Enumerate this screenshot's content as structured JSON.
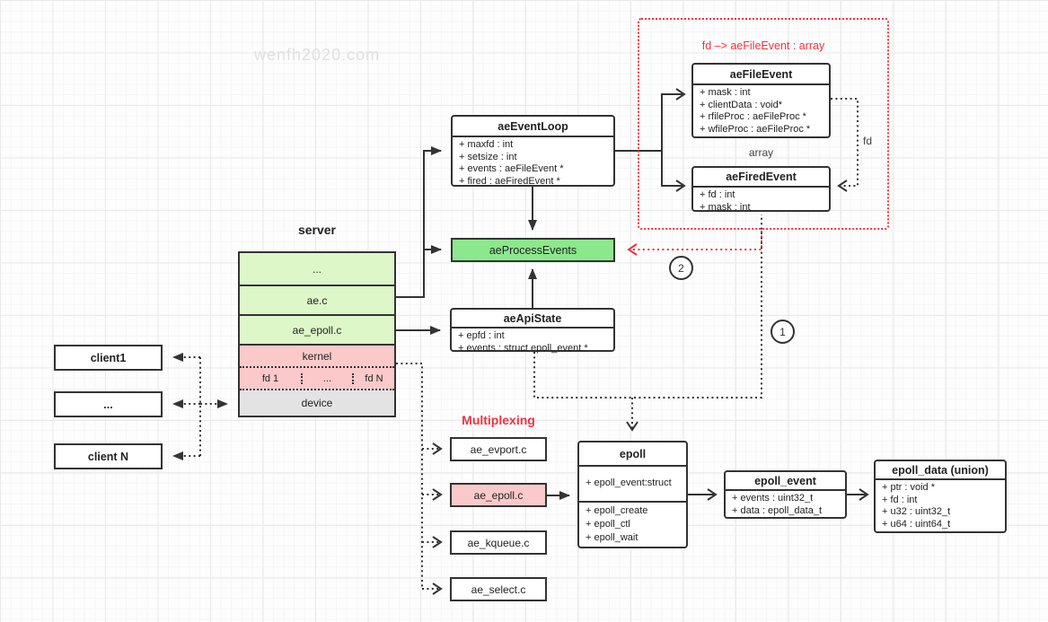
{
  "watermark": "wenfh2020.com",
  "colors": {
    "accent_red": "#ee3344",
    "process_green": "#8ce88c",
    "layer_green": "#ddf7c8",
    "layer_pink": "#fbc9c9",
    "layer_gray": "#e3e3e3",
    "border_dark": "#333333"
  },
  "labels": {
    "server": "server",
    "multiplexing": "Multiplexing",
    "red_group_title": "fd –> aeFileEvent : array",
    "array": "array",
    "fd": "fd",
    "circle_1": "1",
    "circle_2": "2"
  },
  "clients": [
    "client1",
    "...",
    "client N"
  ],
  "server_stack": {
    "rows": [
      "...",
      "ae.c",
      "ae_epoll.c",
      "kernel"
    ],
    "fd_cells": [
      "fd 1",
      "...",
      "fd N"
    ],
    "device": "device"
  },
  "mux_files": [
    "ae_evport.c",
    "ae_epoll.c",
    "ae_kqueue.c",
    "ae_select.c"
  ],
  "classes": {
    "aeEventLoop": {
      "title": "aeEventLoop",
      "fields": [
        "+ maxfd : int",
        "+ setsize : int",
        "+ events : aeFileEvent *",
        "+ fired : aeFiredEvent *"
      ]
    },
    "aeProcessEvents": {
      "title": "aeProcessEvents"
    },
    "aeApiState": {
      "title": "aeApiState",
      "fields": [
        "+ epfd : int",
        "+ events : struct epoll_event *"
      ]
    },
    "aeFileEvent": {
      "title": "aeFileEvent",
      "fields": [
        "+ mask : int",
        "+ clientData : void*",
        "+ rfileProc : aeFileProc *",
        "+ wfileProc : aeFileProc *"
      ]
    },
    "aeFiredEvent": {
      "title": "aeFiredEvent",
      "fields": [
        "+ fd : int",
        "+ mask : int"
      ]
    },
    "epoll": {
      "title": "epoll",
      "struct_fields": [
        "+ epoll_event:struct"
      ],
      "methods": [
        "+ epoll_create",
        "+ epoll_ctl",
        "+ epoll_wait"
      ]
    },
    "epoll_event": {
      "title": "epoll_event",
      "fields": [
        "+ events : uint32_t",
        "+ data : epoll_data_t"
      ]
    },
    "epoll_data": {
      "title": "epoll_data (union)",
      "fields": [
        "+ ptr : void *",
        "+ fd : int",
        "+ u32 : uint32_t",
        "+ u64 : uint64_t"
      ]
    }
  }
}
